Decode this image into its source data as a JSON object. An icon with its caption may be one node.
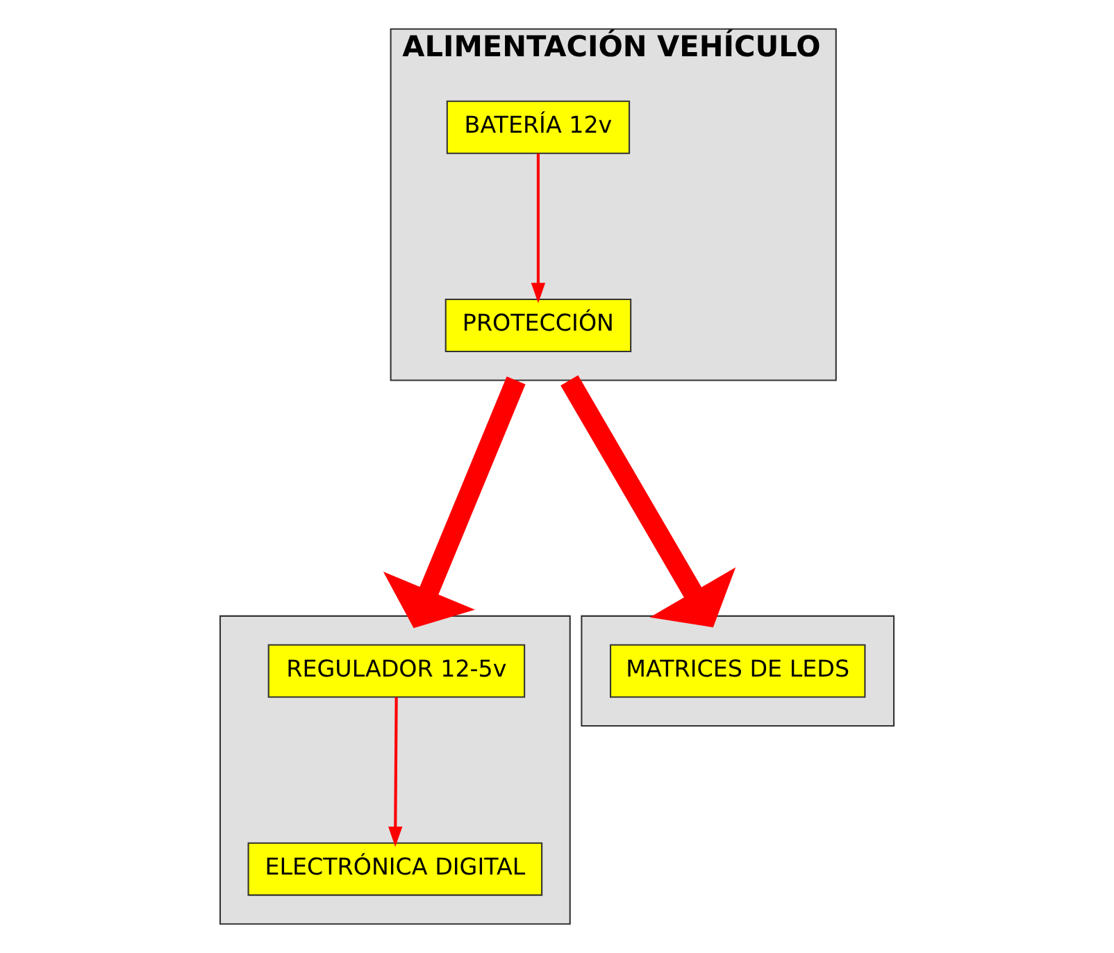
{
  "diagram": {
    "nodes": [
      {
        "text": [
          "ALIMENTACIÓN VEHÍCULO"
        ]
      },
      {
        "text": [
          "BATERÍA 12v"
        ],
        "in": 0
      },
      {
        "text": [
          "PROTECCIÓN"
        ],
        "in": 0
      },
      {
        "text": [],
        "shape": "box"
      },
      {
        "text": [
          "REGULADOR 12-5v"
        ],
        "in": 3
      },
      {
        "text": [
          "ELECTRÓNICA DIGITAL"
        ],
        "in": 3
      },
      {
        "text": [],
        "shape": "box"
      },
      {
        "text": [
          "MATRICES DE LEDS"
        ],
        "in": 6
      }
    ],
    "edges": [
      {
        "from": 1,
        "to": 2,
        "arrow": "to"
      },
      {
        "from": 4,
        "to": 5,
        "arrow": "to"
      },
      {
        "from": 0,
        "to": 3,
        "arrow": "to",
        "style": "thick"
      },
      {
        "from": 0,
        "to": 6,
        "arrow": "to",
        "style": "thick"
      }
    ]
  }
}
